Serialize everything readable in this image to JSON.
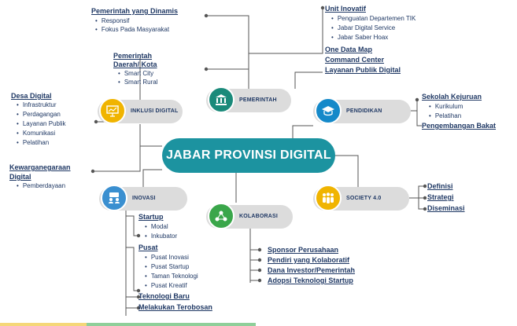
{
  "central": "JABAR PROVINSI DIGITAL",
  "colors": {
    "central": "#1c93a0",
    "inklusi": "#f0b400",
    "pemerintah": "#1a8a7a",
    "pendidikan": "#1589c9",
    "inovasi": "#3a8fd0",
    "kolaborasi": "#3aa64a",
    "society": "#f0b400",
    "pill": "#dcdcdc",
    "text": "#1f3864"
  },
  "nodes": {
    "inklusi": {
      "label": "INKLUSI DIGITAL",
      "icon": "presentation-icon"
    },
    "pemerintah": {
      "label": "PEMERINTAH",
      "icon": "government-building-icon"
    },
    "pendidikan": {
      "label": "PENDIDIKAN",
      "icon": "graduation-cap-icon"
    },
    "inovasi": {
      "label": "INOVASI",
      "icon": "team-discussion-icon"
    },
    "kolaborasi": {
      "label": "KOLABORASI",
      "icon": "collaboration-network-icon"
    },
    "society": {
      "label": "SOCIETY 4.0",
      "icon": "people-group-icon"
    }
  },
  "pemerintah_dinamis": {
    "title": "Pemerintah yang Dinamis",
    "items": [
      "Responsif",
      "Fokus Pada Masyarakat"
    ]
  },
  "pemerintah_daerah": {
    "title_line1": "Pemerintah",
    "title_line2": "Daerah/ Kota",
    "items": [
      "Smart City",
      "Smart Rural"
    ]
  },
  "unit_inovatif": {
    "title": "Unit Inovatif",
    "items": [
      "Penguatan Departemen TIK",
      "Jabar Digital Service",
      "Jabar Saber Hoax"
    ]
  },
  "pemerintah_links": [
    "One Data Map",
    "Command Center",
    "Layanan Publik Digital"
  ],
  "desa_digital": {
    "title": "Desa Digital",
    "items": [
      "Infrastruktur",
      "Perdagangan",
      "Layanan Publik",
      "Komunikasi",
      "Pelatihan"
    ]
  },
  "kewarganegaraan": {
    "title_line1": "Kewarganegaraan",
    "title_line2": "Digital",
    "items": [
      "Pemberdayaan"
    ]
  },
  "sekolah": {
    "title": "Sekolah Kejuruan",
    "items": [
      "Kurikulum",
      "Pelatihan"
    ]
  },
  "pengembangan": "Pengembangan Bakat",
  "society_links": [
    "Definisi",
    "Strategi",
    "Diseminasi"
  ],
  "startup": {
    "title": "Startup",
    "items": [
      "Modal",
      "Inkubator"
    ]
  },
  "pusat": {
    "title": "Pusat",
    "items": [
      "Pusat Inovasi",
      "Pusat Startup",
      "Taman Teknologi",
      "Pusat Kreatif"
    ]
  },
  "inovasi_links": [
    "Teknologi Baru",
    "Melakukan Terobosan"
  ],
  "kolaborasi_links": [
    "Sponsor Perusahaan",
    "Pendiri yang Kolaboratif",
    "Dana Investor/Pemerintah",
    "Adopsi Teknologi Startup"
  ]
}
